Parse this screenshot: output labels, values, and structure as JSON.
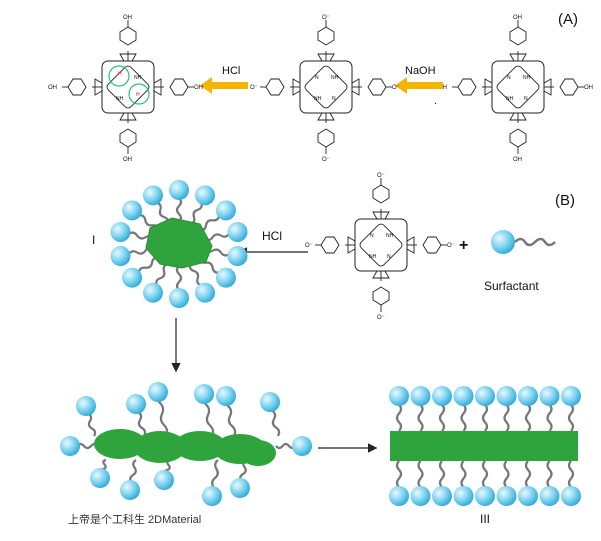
{
  "panels": {
    "a_label": "(A)",
    "b_label": "(B)"
  },
  "reagents": {
    "naoh": "NaOH",
    "hcl_top": "HCl",
    "hcl_mid": "HCl",
    "plus": "+",
    "dot": "."
  },
  "legend": {
    "surfactant": "Surfactant"
  },
  "stages": {
    "i": "I",
    "iii": "III"
  },
  "groups": {
    "oh": "OH",
    "o_minus": "O⁻",
    "nh": "NH",
    "hn": "HN",
    "n": "N",
    "h_plus": "H"
  },
  "watermark": "上帝是个工科生 2DMaterial",
  "colors": {
    "surfactant_head": "#5ec8ea",
    "porphyrin_aggregate": "#2fa43c",
    "arrow_orange": "#f4b400",
    "highlight_circle": "#2bbf8a",
    "line": "#222222"
  }
}
